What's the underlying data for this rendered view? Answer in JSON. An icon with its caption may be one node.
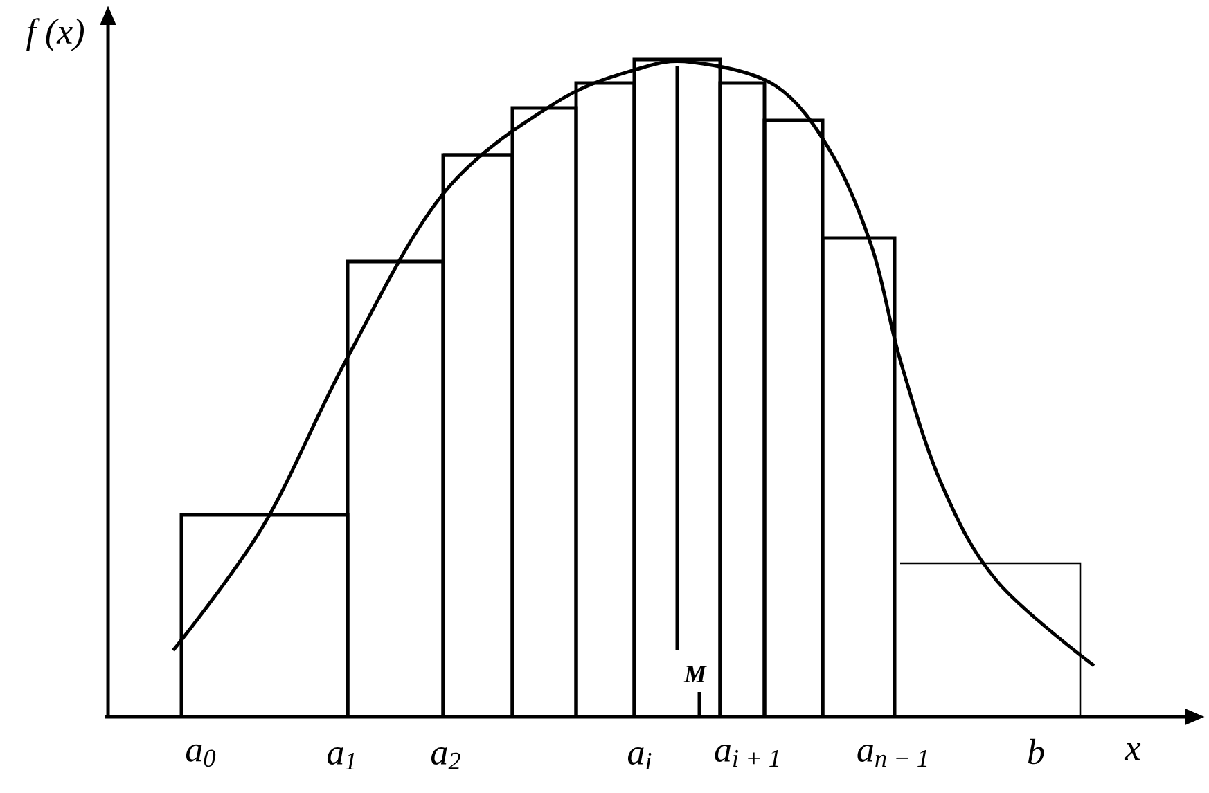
{
  "diagram": {
    "labels": [
      "f (x)",
      "a$_{0}$",
      "a$_{1}$",
      "a$_{2}$",
      "a$_{i}$",
      "a$_{i + 1}$",
      "a$_{n − 1}$",
      "b",
      "x",
      "M"
    ]
  }
}
